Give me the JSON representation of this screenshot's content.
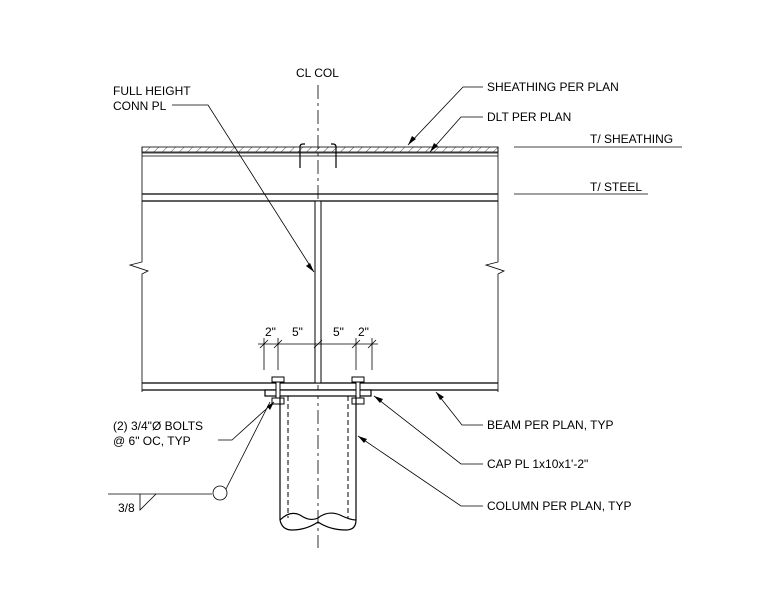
{
  "labels": {
    "cl_col": "CL COL",
    "full_height_line1": "FULL HEIGHT",
    "full_height_line2": "CONN PL",
    "sheathing": "SHEATHING PER PLAN",
    "dlt": "DLT PER PLAN",
    "t_sheathing": "T/ SHEATHING",
    "t_steel": "T/ STEEL",
    "bolts_line1": "(2) 3/4\"Ø BOLTS",
    "bolts_line2": "@ 6\" OC, TYP",
    "beam": "BEAM PER PLAN, TYP",
    "cap_pl": "CAP PL 1x10x1'-2\"",
    "column": "COLUMN PER PLAN, TYP",
    "weld_size": "3/8"
  },
  "dimensions": [
    "2\"",
    "5\"",
    "5\"",
    "2\""
  ]
}
